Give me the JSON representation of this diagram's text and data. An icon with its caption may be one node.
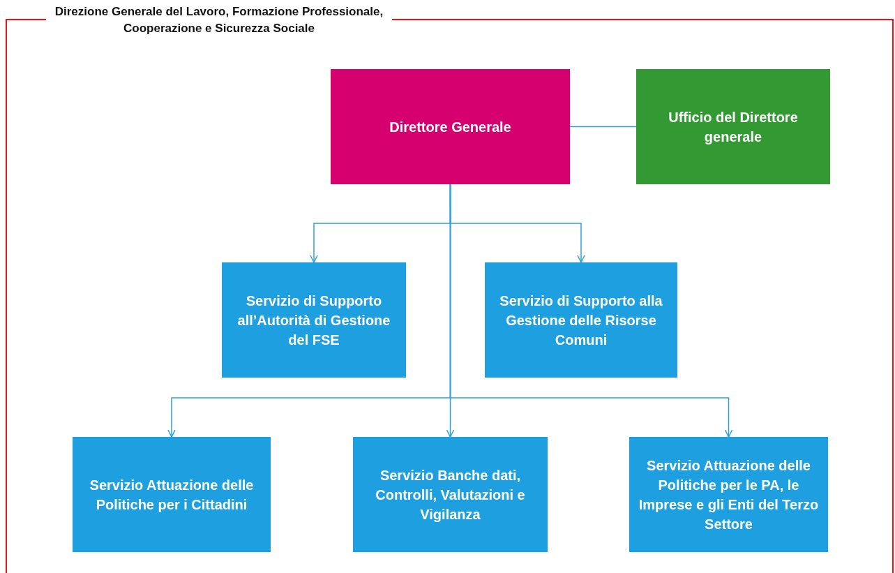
{
  "diagram": {
    "nodes": [
      {
        "text": [
          "Direzione Generale del Lavoro, Formazione Professionale, Cooperazione e Sicurezza Sociale"
        ]
      },
      {
        "text": [
          "Direttore Generale"
        ],
        "in": 0
      },
      {
        "text": [
          "Ufficio del Direttore generale"
        ],
        "in": 0
      },
      {
        "text": [
          "Servizio di Supporto all’Autorità di Gestione del FSE"
        ],
        "in": 0
      },
      {
        "text": [
          "Servizio di Supporto alla Gestione delle Risorse Comuni"
        ],
        "in": 0
      },
      {
        "text": [
          "Servizio Attuazione delle Politiche per i Cittadini"
        ],
        "in": 0
      },
      {
        "text": [
          "Servizio Banche dati, Controlli, Valutazioni e Vigilanza"
        ],
        "in": 0
      },
      {
        "text": [
          "Servizio Attuazione delle Politiche per le PA, le Imprese e gli Enti del Terzo Settore"
        ],
        "in": 0
      }
    ],
    "edges": [
      {
        "from": 1,
        "to": 2,
        "arrow": "none"
      },
      {
        "from": 1,
        "to": 3,
        "arrow": "to"
      },
      {
        "from": 1,
        "to": 4,
        "arrow": "to"
      },
      {
        "from": 1,
        "to": 5,
        "arrow": "to"
      },
      {
        "from": 1,
        "to": 6,
        "arrow": "to"
      },
      {
        "from": 1,
        "to": 7,
        "arrow": "to"
      }
    ]
  }
}
